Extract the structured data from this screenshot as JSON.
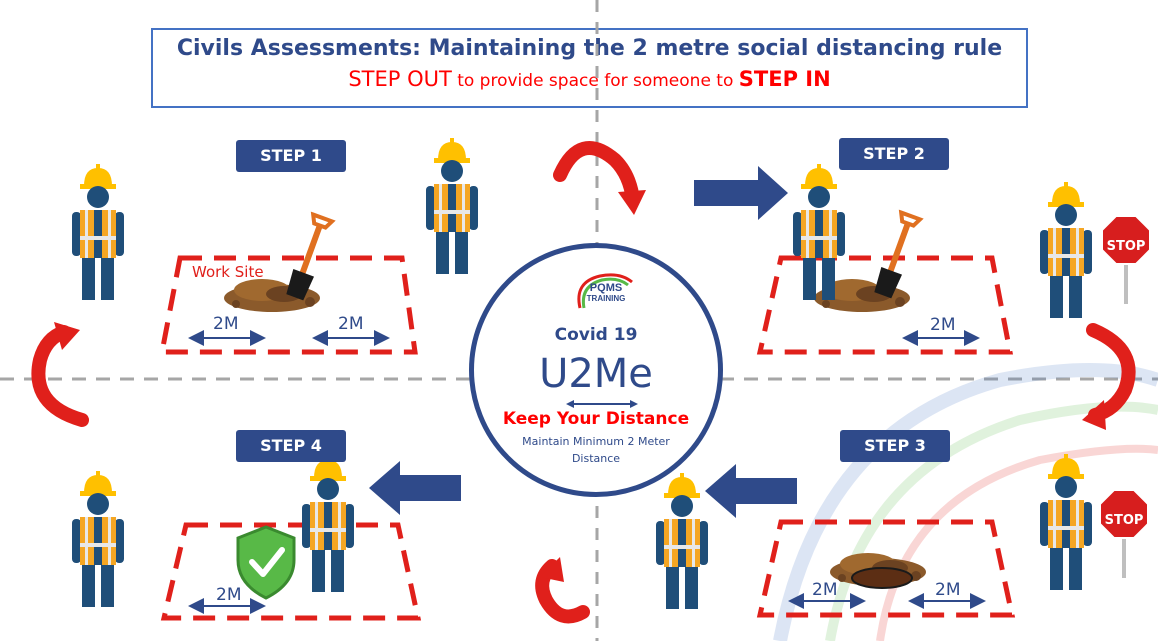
{
  "title": {
    "main": "Civils Assessments: Maintaining the 2 metre social distancing rule",
    "sub_part1": "STEP OUT",
    "sub_part2": " to provide space for someone to ",
    "sub_part3": "STEP IN"
  },
  "steps": [
    {
      "label": "STEP 1"
    },
    {
      "label": "STEP 2"
    },
    {
      "label": "STEP 3"
    },
    {
      "label": "STEP 4"
    }
  ],
  "work_site_label": "Work Site",
  "distance_label": "2M",
  "stop_sign_text": "STOP",
  "center": {
    "logo_line1": "PQMS",
    "logo_line2": "TRAINING",
    "covid": "Covid 19",
    "brand": "U2Me",
    "keep_distance": "Keep Your Distance",
    "maintain": "Maintain Minimum 2 Meter Distance"
  },
  "colors": {
    "navy": "#2f4a8a",
    "red": "#e0201b",
    "hi_vis_orange": "#f5a623",
    "helmet_yellow": "#ffc000",
    "shield_green": "#58b947"
  }
}
